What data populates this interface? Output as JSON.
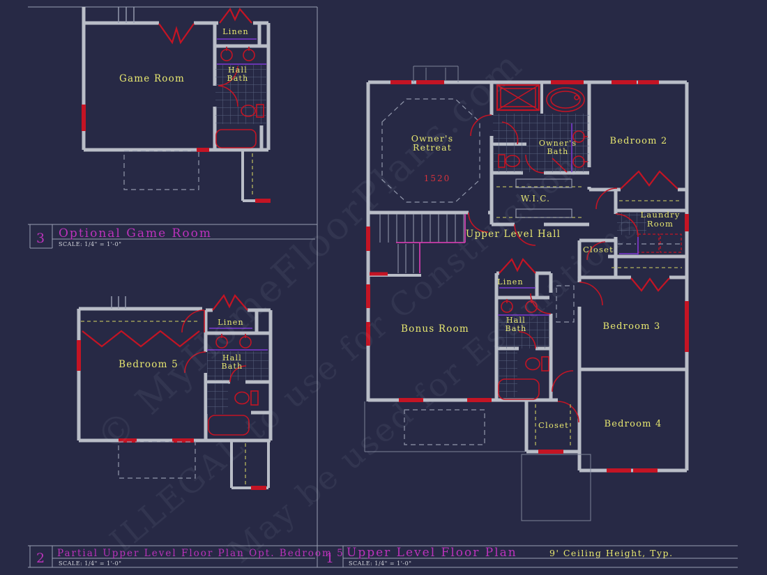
{
  "sheet": {
    "background_color": "#272945",
    "wall_color": "#b9bdc7",
    "accent_red": "#c41424",
    "label_yellow": "#e8e870",
    "title_magenta": "#bb33bb",
    "counter_purple": "#7d3ad4",
    "watermark": [
      "© MyHomeFloorPlans.com",
      "ILLEGAL to use for Construction",
      "May be used for Estimations"
    ]
  },
  "titleblocks": {
    "plan3": {
      "number": "3",
      "title": "Optional Game Room",
      "scale": "SCALE: 1/4\" = 1'-0\""
    },
    "plan2": {
      "number": "2",
      "title": "Partial Upper Level Floor Plan Opt. Bedroom 5",
      "scale": "SCALE: 1/4\" = 1'-0\""
    },
    "plan1": {
      "number": "1",
      "title": "Upper Level Floor Plan",
      "ceiling_note": "9' Ceiling Height, Typ.",
      "scale": "SCALE: 1/4\" = 1'-0\""
    }
  },
  "plan3": {
    "rooms": {
      "game_room": "Game Room",
      "linen": "Linen",
      "hall": "Hall",
      "bath": "Bath"
    }
  },
  "plan2": {
    "rooms": {
      "bedroom5": "Bedroom 5",
      "linen": "Linen",
      "hall": "Hall",
      "bath": "Bath"
    }
  },
  "plan1": {
    "rooms": {
      "owners_retreat_1": "Owner's",
      "owners_retreat_2": "Retreat",
      "area_number": "1520",
      "owners_bath_1": "Owner's",
      "owners_bath_2": "Bath",
      "bedroom2": "Bedroom 2",
      "wic": "W.I.C.",
      "hall_label": "Upper Level Hall",
      "laundry_1": "Laundry",
      "laundry_2": "Room",
      "closet_a": "Closet",
      "linen": "Linen",
      "hallbath_1": "Hall",
      "hallbath_2": "Bath",
      "bonus": "Bonus Room",
      "bedroom3": "Bedroom 3",
      "closet_b": "Closet",
      "bedroom4": "Bedroom 4"
    }
  }
}
